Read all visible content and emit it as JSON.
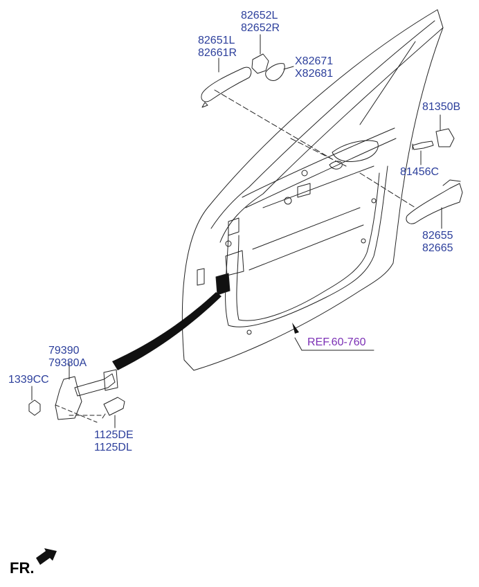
{
  "labels": {
    "p82652": [
      "82652L",
      "82652R"
    ],
    "p82651": [
      "82651L",
      "82661R"
    ],
    "pX82671": [
      "X82671",
      "X82681"
    ],
    "p81350B": "81350B",
    "p81456C": "81456C",
    "p82655": [
      "82655",
      "82665"
    ],
    "pRef": "REF.60-760",
    "p79390": [
      "79390",
      "79380A"
    ],
    "p1339CC": "1339CC",
    "p1125": [
      "1125DE",
      "1125DL"
    ],
    "fr": "FR."
  },
  "colors": {
    "label_blue": "#2b3e9b",
    "ref_purple": "#7b2fb5",
    "line": "#222222"
  }
}
